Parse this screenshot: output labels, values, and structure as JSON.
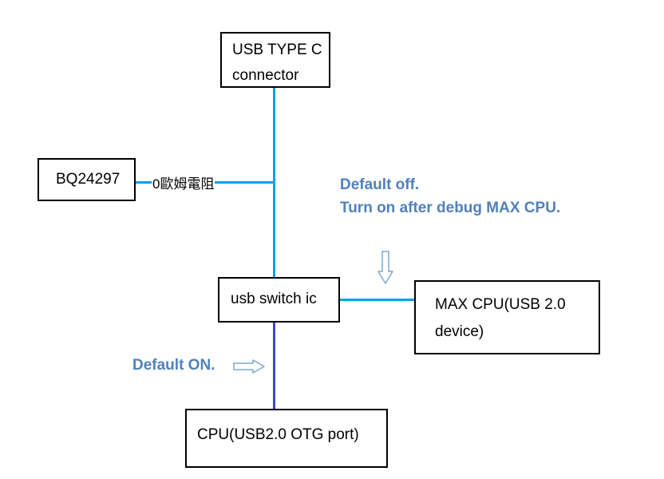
{
  "nodes": {
    "usb_type_c": {
      "line1": "USB TYPE C",
      "line2": "connector"
    },
    "bq24297": {
      "label": "BQ24297"
    },
    "usb_switch": {
      "label": "usb switch ic"
    },
    "max_cpu": {
      "line1": "MAX CPU(USB 2.0",
      "line2": "device)"
    },
    "cpu": {
      "label": "CPU(USB2.0 OTG port)"
    }
  },
  "edges": {
    "resistor_label": "0歐姆電阻"
  },
  "notes": {
    "default_off_line1": "Default off.",
    "default_off_line2": "Turn on after debug MAX CPU.",
    "default_on": "Default ON."
  },
  "colors": {
    "line_blue": "#00a2e8",
    "line_dark_blue": "#3f48cc",
    "note_text": "#4f81bd",
    "arrow_outline": "#7ba7d8"
  }
}
